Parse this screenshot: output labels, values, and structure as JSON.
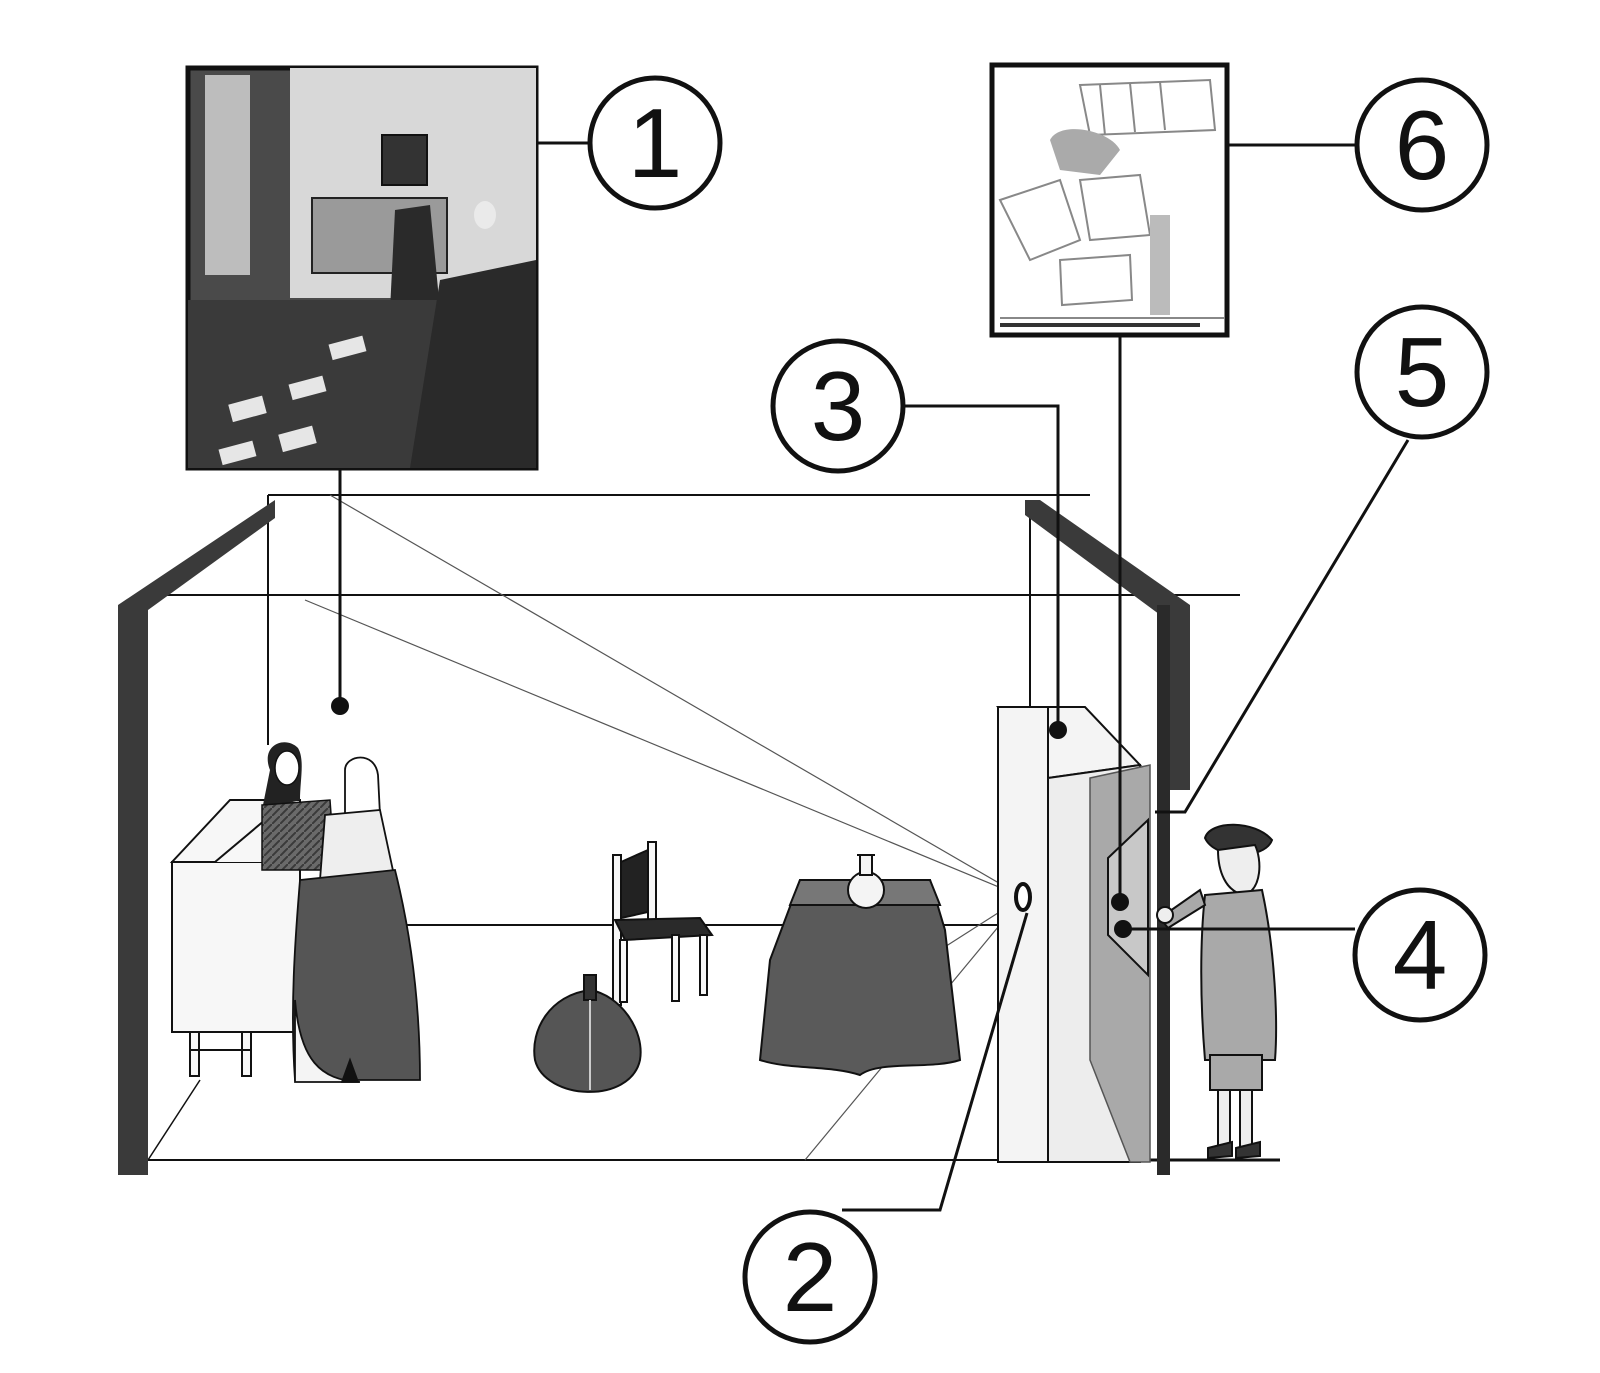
{
  "callouts": [
    {
      "number": "1"
    },
    {
      "number": "2"
    },
    {
      "number": "3"
    },
    {
      "number": "4"
    },
    {
      "number": "5"
    },
    {
      "number": "6"
    }
  ],
  "colors": {
    "ink": "#111111",
    "wall": "#3a3a3a",
    "screen": "#a9a9a9",
    "box": "#f4f4f4",
    "cloth": "#5a5a5a"
  }
}
